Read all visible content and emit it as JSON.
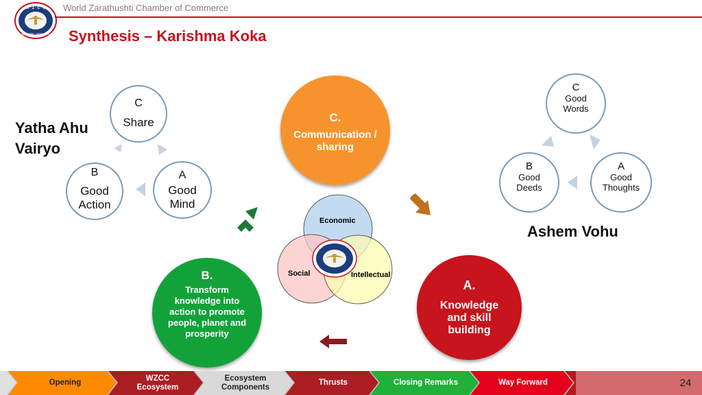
{
  "header": {
    "org": "World Zarathushti Chamber of Commerce",
    "title": "Synthesis – Karishma Koka",
    "logo_top": "W · Z · C · C",
    "logo_bottom": "INDUSTRY • INTEGRITY"
  },
  "left_cycle": {
    "title_line1": "Yatha Ahu",
    "title_line2": "Vairyo",
    "c": {
      "letter": "C",
      "text": "Share"
    },
    "b": {
      "letter": "B",
      "line1": "Good",
      "line2": "Action"
    },
    "a": {
      "letter": "A",
      "line1": "Good",
      "line2": "Mind"
    }
  },
  "right_cycle": {
    "title": "Ashem Vohu",
    "c": {
      "letter": "C",
      "line1": "Good",
      "line2": "Words"
    },
    "b": {
      "letter": "B",
      "line1": "Good",
      "line2": "Deeds"
    },
    "a": {
      "letter": "A",
      "line1": "Good",
      "line2": "Thoughts"
    }
  },
  "center": {
    "c": {
      "letter": "C.",
      "text": "Communication / sharing"
    },
    "b": {
      "letter": "B.",
      "text": "Transform knowledge into action to promote people, planet and prosperity"
    },
    "a": {
      "letter": "A.",
      "text": "Knowledge and skill building"
    }
  },
  "venn": {
    "economic": "Economic",
    "social": "Social",
    "intellectual": "Intellectual"
  },
  "nav": {
    "items": [
      {
        "line1": "Opening",
        "line2": ""
      },
      {
        "line1": "WZCC",
        "line2": "Ecosystem"
      },
      {
        "line1": "Ecosystem",
        "line2": "Components"
      },
      {
        "line1": "Thrusts",
        "line2": ""
      },
      {
        "line1": "Closing Remarks",
        "line2": ""
      },
      {
        "line1": "Way Forward",
        "line2": ""
      }
    ],
    "page": "24"
  },
  "colors": {
    "accent": "#c8101e",
    "orange": "#f7932d",
    "green": "#13a23a",
    "red": "#c7141d",
    "outline": "#7a9bb8"
  }
}
